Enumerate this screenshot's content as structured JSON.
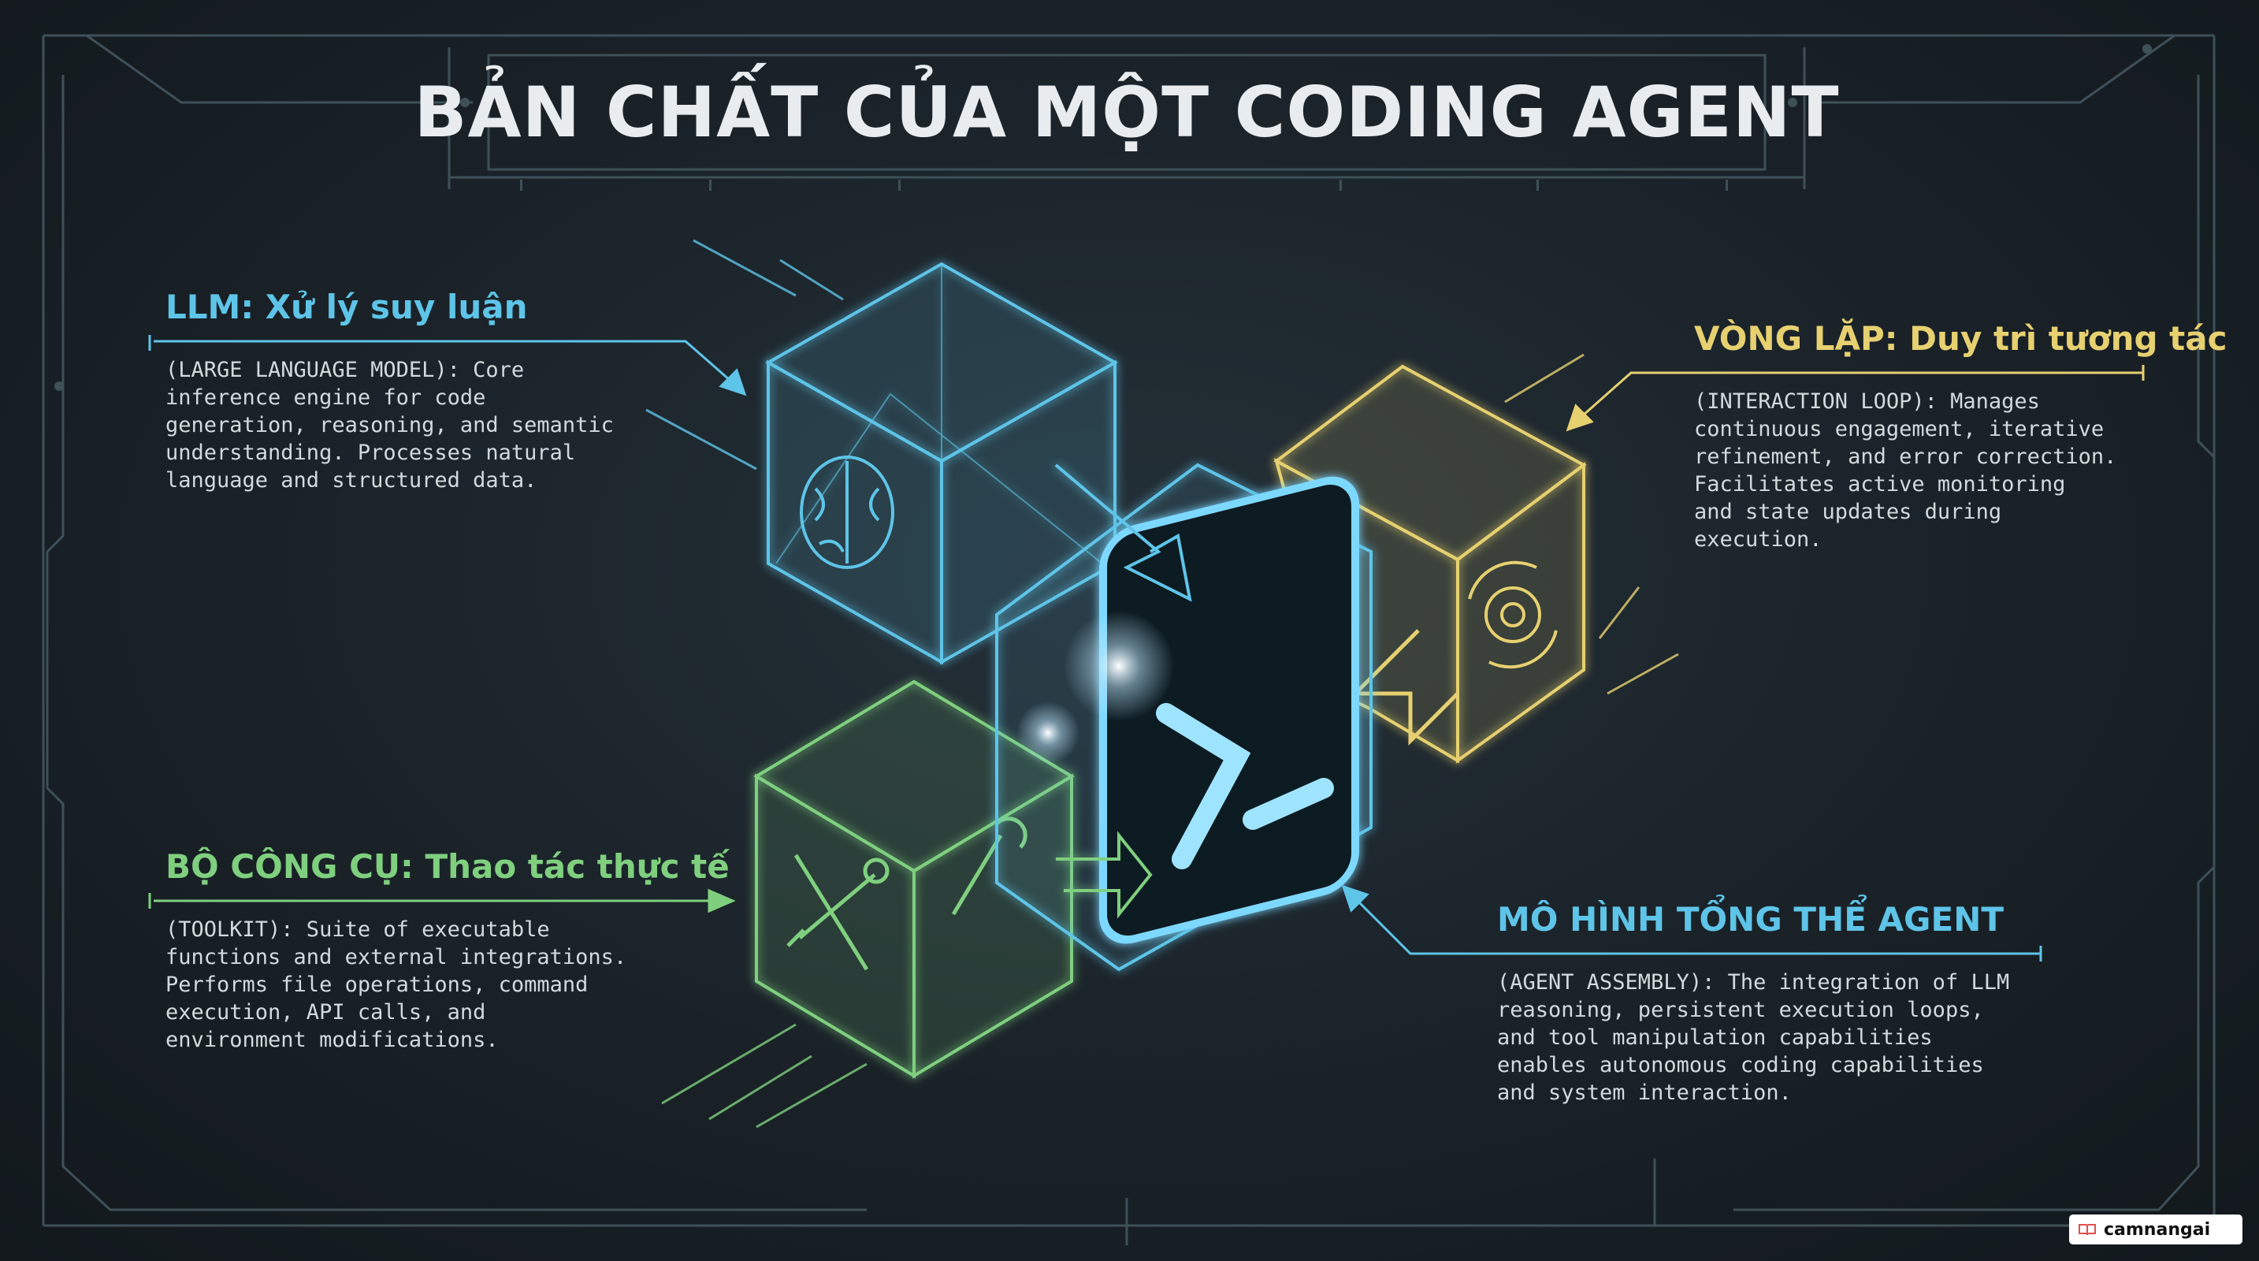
{
  "title": "BẢN CHẤT CỦA MỘT CODING AGENT",
  "sections": {
    "llm": {
      "heading": "LLM: Xử lý suy luận",
      "description": "(LARGE LANGUAGE MODEL): Core\ninference engine for code\ngeneration, reasoning, and semantic\nunderstanding. Processes natural\nlanguage and structured data."
    },
    "loop": {
      "heading": "VÒNG LẶP: Duy trì tương tác",
      "description": "(INTERACTION LOOP): Manages\ncontinuous engagement, iterative\nrefinement, and error correction.\nFacilitates active monitoring\nand state updates during\nexecution."
    },
    "toolkit": {
      "heading": "BỘ CÔNG CỤ: Thao tác thực tế",
      "description": "(TOOLKIT): Suite of executable\nfunctions and external integrations.\nPerforms file operations, command\nexecution, API calls, and\nenvironment modifications."
    },
    "agent": {
      "heading": "MÔ HÌNH TỔNG THỂ AGENT",
      "description": "(AGENT ASSEMBLY): The integration of LLM\nreasoning, persistent execution loops,\nand tool manipulation capabilities\nenables autonomous coding capabilities\nand system interaction."
    }
  },
  "watermark": "camnangai",
  "colors": {
    "llm": "#5ec4e8",
    "loop": "#e6d070",
    "toolkit": "#7fcf7f",
    "agent": "#5ec4e8",
    "frame": "#3e5058"
  },
  "icons": {
    "llm": "brain-icon",
    "loop": "gear-cycle-icon",
    "toolkit": "wrench-screwdriver-icon",
    "agent": "terminal-prompt-icon"
  }
}
